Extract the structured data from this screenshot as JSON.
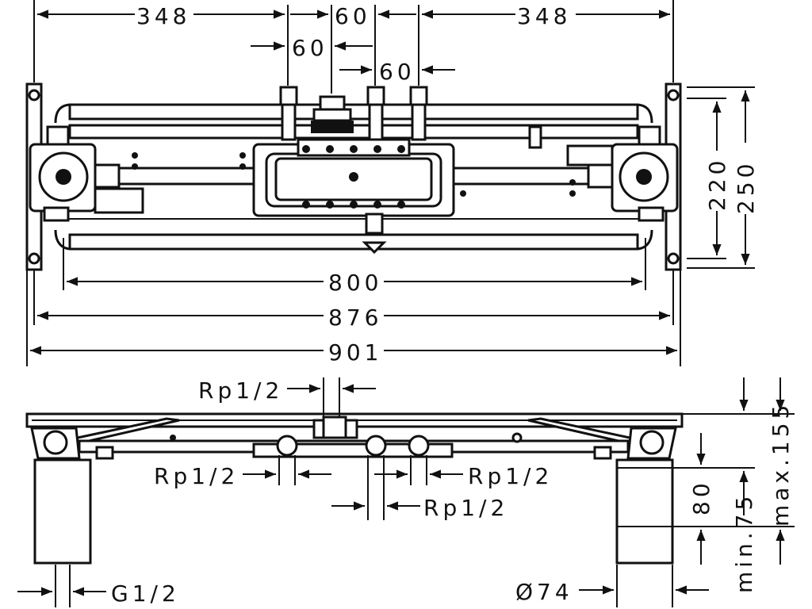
{
  "top_view": {
    "dim_left_348": "348",
    "dim_center_60_top": "60",
    "dim_right_348": "348",
    "dim_60_left": "60",
    "dim_60_right": "60",
    "dim_220": "220",
    "dim_250": "250",
    "dim_800": "800",
    "dim_876": "876",
    "dim_901": "901"
  },
  "side_view": {
    "rp_top": "Rp1/2",
    "rp_left": "Rp1/2",
    "rp_right": "Rp1/2",
    "rp_bottom": "Rp1/2",
    "g12": "G1/2",
    "dia74": "Ø74",
    "dim_80": "80",
    "dim_min75": "min.75",
    "dim_max155": "max.155"
  }
}
